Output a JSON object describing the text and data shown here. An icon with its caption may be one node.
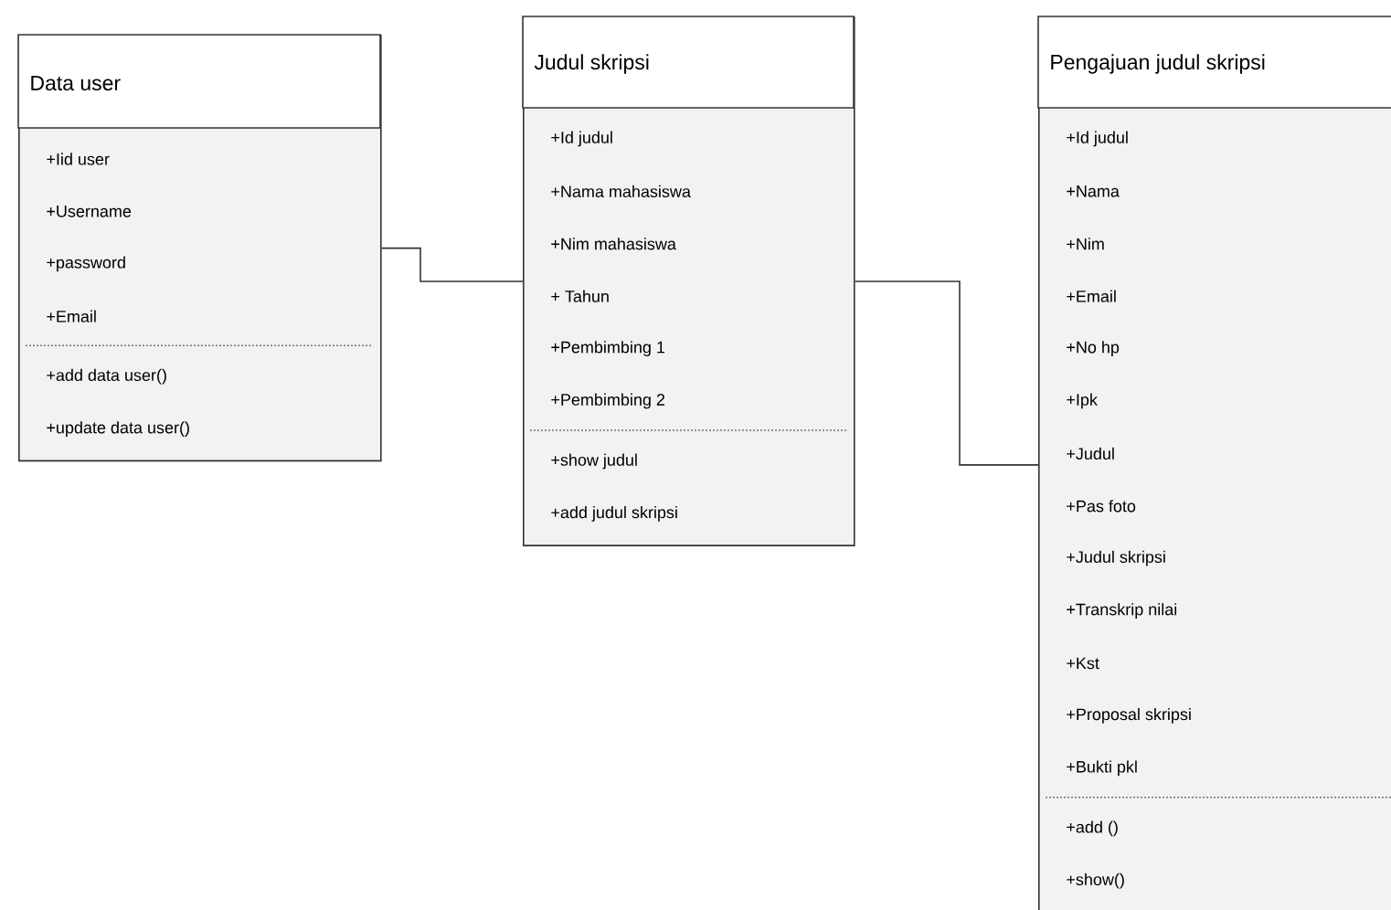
{
  "diagram": {
    "nodes": [
      {
        "text": [
          "Data user"
        ]
      },
      {
        "text": [
          "+Iid user",
          "+Username",
          "+password",
          "+Email"
        ],
        "in": 0
      },
      {
        "text": [
          "+add data user()",
          "+update data user()"
        ],
        "in": 0
      },
      {
        "text": [
          "Judul skripsi"
        ]
      },
      {
        "text": [
          "+Id judul",
          "+Nama mahasiswa",
          "+Nim mahasiswa",
          "+ Tahun",
          "+Pembimbing 1",
          "+Pembimbing 2"
        ],
        "in": 3
      },
      {
        "text": [
          "+show judul",
          "+add judul skripsi"
        ],
        "in": 3
      },
      {
        "text": [
          "Pengajuan judul skripsi"
        ]
      },
      {
        "text": [
          "+Id judul",
          "+Nama",
          "+Nim",
          "+Email",
          "+No hp",
          "+Ipk",
          "+Judul",
          "+Pas foto",
          "+Judul skripsi",
          "+Transkrip nilai",
          "+Kst",
          "+Proposal skripsi",
          "+Bukti pkl"
        ],
        "in": 6
      },
      {
        "text": [
          "+add ()",
          "+show()"
        ],
        "in": 6
      }
    ],
    "edges": [
      {
        "from": 0,
        "to": 3,
        "arrow": "none"
      },
      {
        "from": 3,
        "to": 6,
        "arrow": "none"
      }
    ]
  }
}
